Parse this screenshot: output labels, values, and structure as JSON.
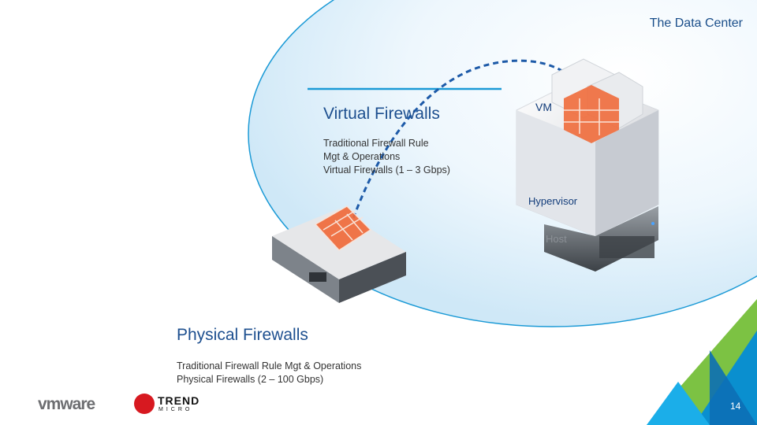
{
  "header": {
    "title": "The Data Center"
  },
  "virtual": {
    "heading": "Virtual Firewalls",
    "lines": [
      "Traditional Firewall Rule",
      "Mgt & Operations",
      "Virtual Firewalls (1 – 3 Gbps)"
    ]
  },
  "physical": {
    "heading": "Physical Firewalls",
    "lines": [
      "Traditional Firewall Rule Mgt & Operations",
      "Physical Firewalls (2 – 100 Gbps)"
    ]
  },
  "diagram": {
    "vm_label": "VM",
    "hypervisor_label": "Hypervisor",
    "host_label": "Host"
  },
  "footer": {
    "vmware_logo": "vmware",
    "trend_logo_line1": "TREND",
    "trend_logo_line2": "MICRO",
    "page_number": "14"
  },
  "colors": {
    "accent_blue": "#1d4f8f",
    "ellipse_fill": "#e3f2fb",
    "triangle_green": "#7cc243",
    "triangle_blue": "#0a8fcf"
  }
}
